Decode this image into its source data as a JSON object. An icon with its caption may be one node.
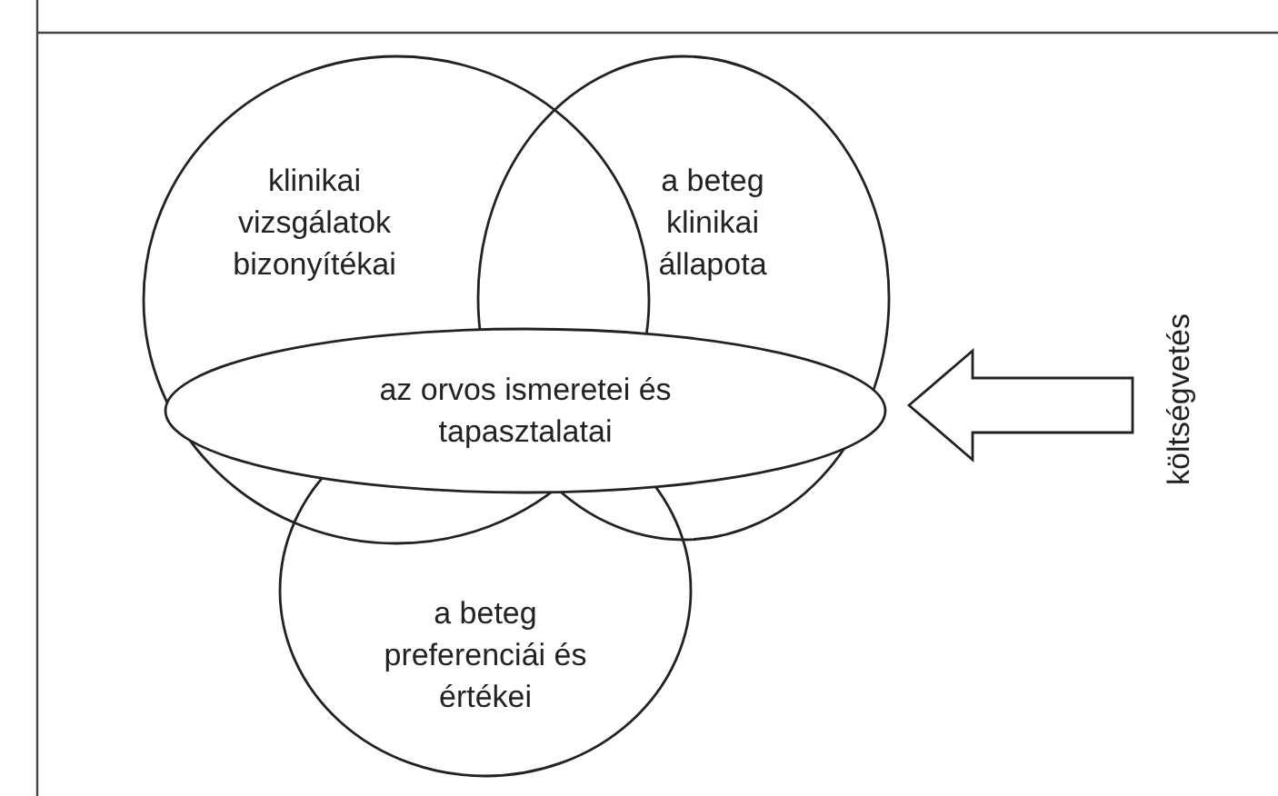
{
  "diagram": {
    "nodes": [
      {
        "text": [
          "klinikai vizsgálatok bizonyítékai"
        ]
      },
      {
        "text": [
          "a beteg klinikai állapota"
        ]
      },
      {
        "text": [
          "a beteg preferenciái és értékei"
        ]
      },
      {
        "text": [
          "az orvos ismeretei és tapasztalatai"
        ]
      },
      {
        "text": [
          "költségvetés"
        ]
      }
    ],
    "edges": [
      {
        "from": 4,
        "to": 3,
        "arrow": "to"
      }
    ]
  }
}
